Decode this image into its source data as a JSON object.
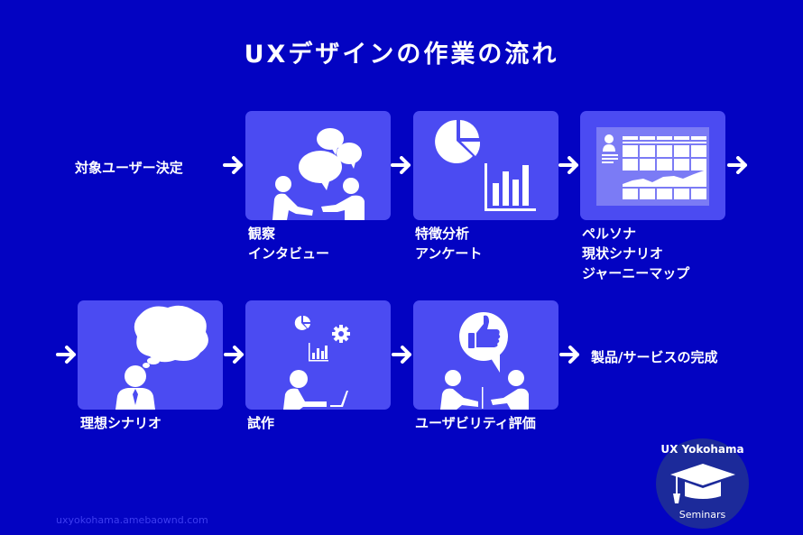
{
  "title": "UXデザインの作業の流れ",
  "colors": {
    "background": "#0303c2",
    "card": "#4b4bf2",
    "icon": "#ffffff",
    "logo_bg": "#1c2a9a"
  },
  "start_label": "対象ユーザー決定",
  "end_label": "製品/サービスの完成",
  "steps": [
    {
      "icon": "interview-icon",
      "lines": [
        "観察",
        "インタビュー"
      ]
    },
    {
      "icon": "analysis-charts-icon",
      "lines": [
        "特徴分析",
        "アンケート"
      ]
    },
    {
      "icon": "journey-map-icon",
      "lines": [
        "ペルソナ",
        "現状シナリオ",
        "ジャーニーマップ"
      ]
    },
    {
      "icon": "ideal-scenario-icon",
      "lines": [
        "理想シナリオ"
      ]
    },
    {
      "icon": "prototype-icon",
      "lines": [
        "試作"
      ]
    },
    {
      "icon": "usability-test-icon",
      "lines": [
        "ユーザビリティ評価"
      ]
    }
  ],
  "logo": {
    "line1": "UX Yokohama",
    "line2": "Seminars"
  },
  "footer": "uxyokohama.amebaownd.com"
}
